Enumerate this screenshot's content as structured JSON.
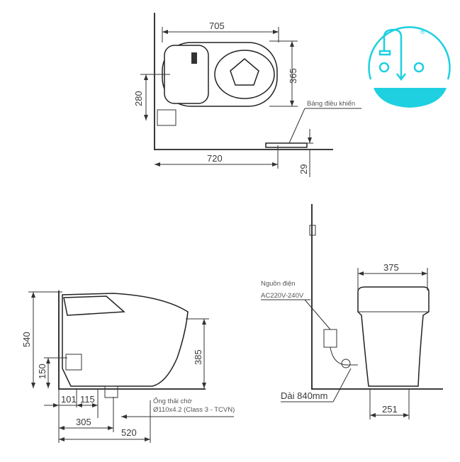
{
  "top_view": {
    "dim_length": "705",
    "dim_width": "365",
    "dim_drain_offset": "280",
    "dim_total": "720",
    "dim_panel_height": "29",
    "label_control_panel": "Bảng điều khiển"
  },
  "side_view": {
    "dim_height": "540",
    "dim_inlet_height": "150",
    "dim_seat_height": "385",
    "dim_a": "101",
    "dim_b": "115",
    "dim_drain_center": "305",
    "dim_depth": "520",
    "label_drain": "Ống thải chờ",
    "label_drain_spec": "Ø110x4.2 (Class 3 - TCVN)"
  },
  "front_view": {
    "dim_width": "375",
    "dim_base": "251",
    "label_power": "Nguồn điện",
    "label_voltage": "AC220V-240V",
    "label_cable": "Dài 840mm"
  },
  "logo": {
    "color": "#1fd0e0",
    "mark": "®"
  }
}
